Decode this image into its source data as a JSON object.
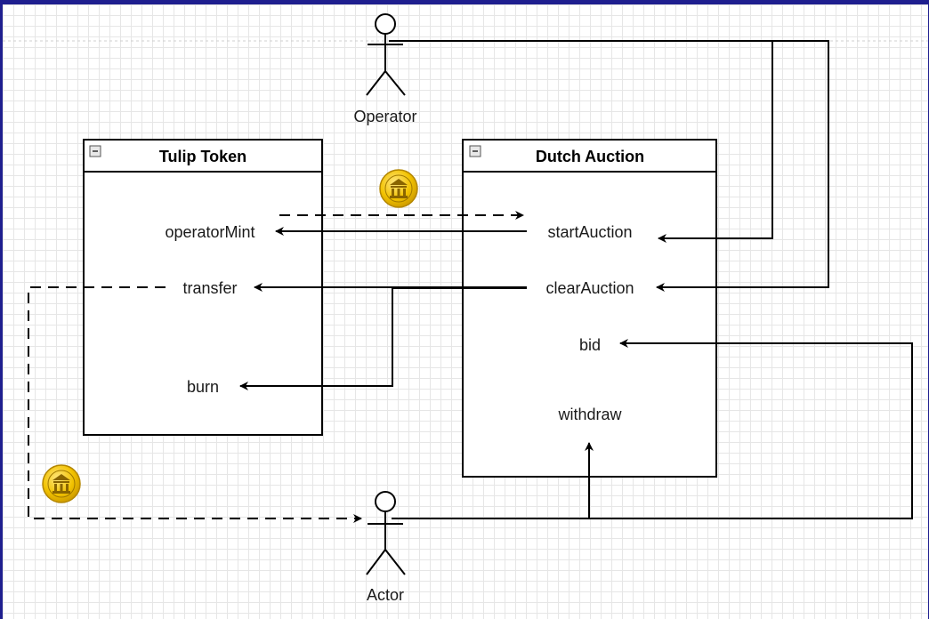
{
  "actors": {
    "operator": "Operator",
    "actor": "Actor"
  },
  "tulip_token": {
    "title": "Tulip Token",
    "methods": {
      "operator_mint": "operatorMint",
      "transfer": "transfer",
      "burn": "burn"
    }
  },
  "dutch_auction": {
    "title": "Dutch Auction",
    "methods": {
      "start_auction": "startAuction",
      "clear_auction": "clearAuction",
      "bid": "bid",
      "withdraw": "withdraw"
    }
  },
  "icons": {
    "token": "coin-icon",
    "collapse": "collapse-icon"
  },
  "colors": {
    "coin_gold": "#e8b800",
    "coin_dark": "#a07800",
    "frame": "#1f1f8f"
  }
}
